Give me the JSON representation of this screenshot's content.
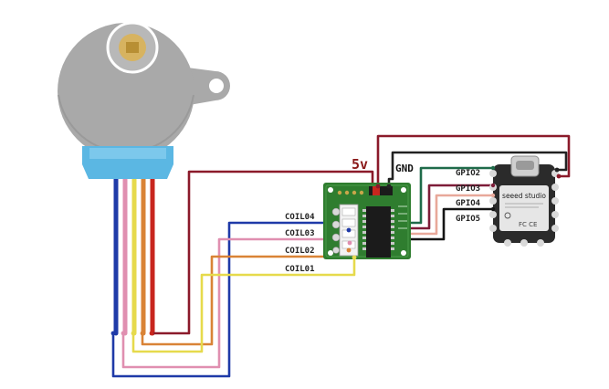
{
  "labels": {
    "supply": "5v",
    "ground": "GND",
    "gpio2": "GPIO2",
    "gpio3": "GPIO3",
    "gpio4": "GPIO4",
    "gpio5": "GPIO5",
    "coil4": "COIL04",
    "coil3": "COIL03",
    "coil2": "COIL02",
    "coil1": "COIL01"
  },
  "board": {
    "brand": "seeed studio"
  },
  "colors": {
    "motor_body": "#a9a9a9",
    "motor_base": "#5bb7e3",
    "shaft": "#d7b360",
    "driver_pcb": "#2f7d2f",
    "xiao_pcb": "#2b2b2b",
    "supply_label": "#8b1a1a",
    "wire_5v": "#8b1a2a",
    "wire_gnd": "#222222",
    "wire_gpio2": "#1f6b4a",
    "wire_gpio3": "#7d1c38",
    "wire_gpio4": "#e8a89a",
    "wire_gpio5": "#151515",
    "wire_blue": "#1f3aa8",
    "wire_pink": "#e08fb0",
    "wire_yellow": "#e6da4c",
    "wire_orange": "#d98336",
    "wire_red": "#c8261e"
  },
  "icons": [
    "stepper-motor",
    "uln2003-driver-board",
    "xiao-microcontroller"
  ]
}
